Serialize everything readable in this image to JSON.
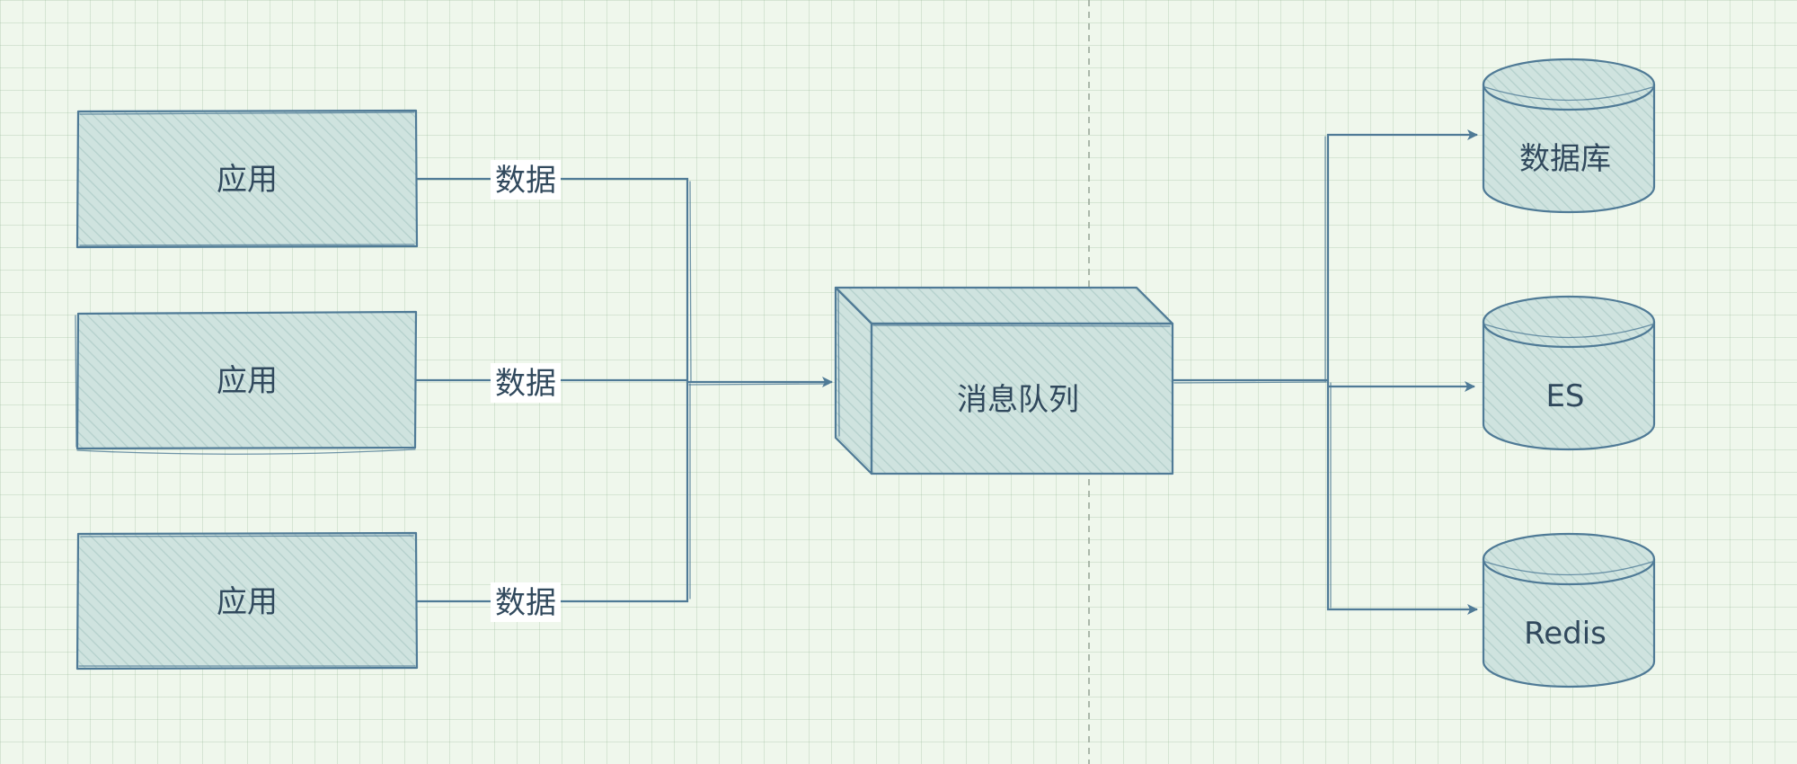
{
  "nodes": {
    "app_1": {
      "label": "应用"
    },
    "app_2": {
      "label": "应用"
    },
    "app_3": {
      "label": "应用"
    },
    "queue": {
      "label": "消息队列"
    },
    "db": {
      "label": "数据库"
    },
    "es": {
      "label": "ES"
    },
    "redis": {
      "label": "Redis"
    }
  },
  "edges": {
    "app_1_to_queue": {
      "label": "数据"
    },
    "app_2_to_queue": {
      "label": "数据"
    },
    "app_3_to_queue": {
      "label": "数据"
    }
  },
  "colors": {
    "stroke": "#4f7a96",
    "fill": "#cfe3df",
    "background": "#eff7ec",
    "text": "#31495d"
  }
}
